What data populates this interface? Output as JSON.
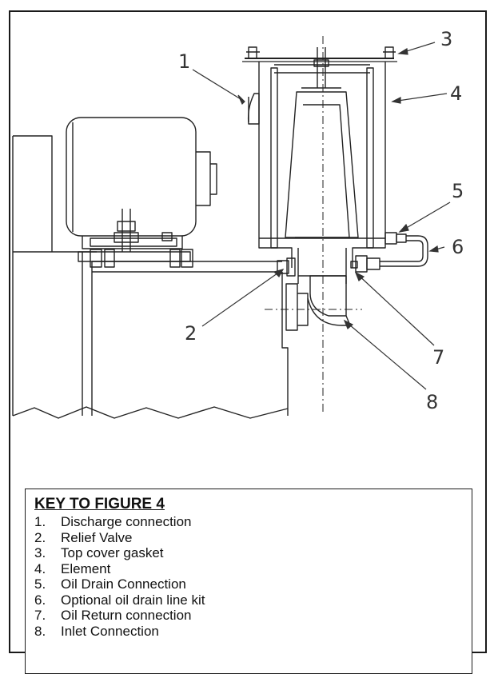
{
  "callouts": [
    "1",
    "2",
    "3",
    "4",
    "5",
    "6",
    "7",
    "8"
  ],
  "key": {
    "title": "KEY TO FIGURE 4",
    "items": [
      {
        "num": "1.",
        "text": "Discharge connection"
      },
      {
        "num": "2.",
        "text": "Relief Valve"
      },
      {
        "num": "3.",
        "text": "Top cover gasket"
      },
      {
        "num": "4.",
        "text": "Element"
      },
      {
        "num": "5.",
        "text": "Oil Drain Connection"
      },
      {
        "num": "6.",
        "text": "Optional oil drain line kit"
      },
      {
        "num": "7.",
        "text": "Oil Return connection"
      },
      {
        "num": "8.",
        "text": "Inlet Connection"
      }
    ]
  }
}
